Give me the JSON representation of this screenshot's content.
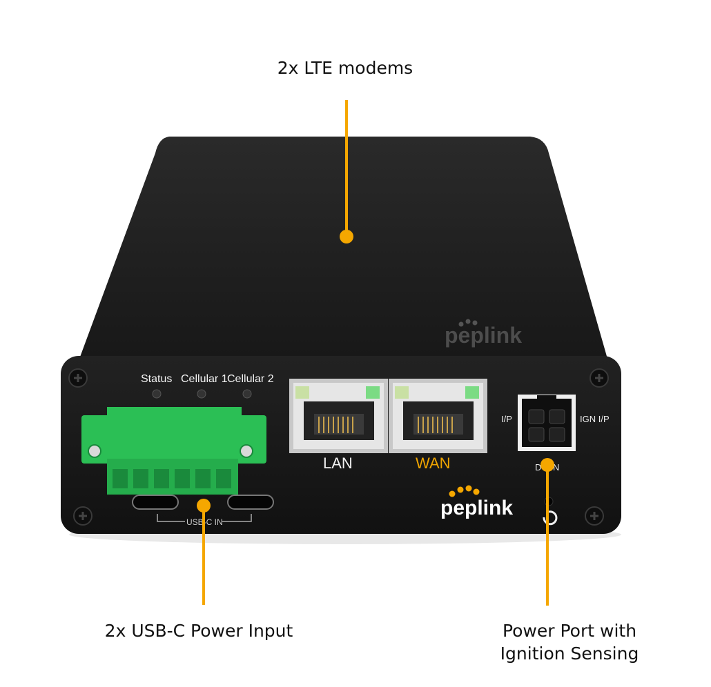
{
  "callouts": {
    "modems": "2x LTE modems",
    "usbc_power": "2x USB-C Power Input",
    "power_port_line1": "Power Port with",
    "power_port_line2": "Ignition Sensing"
  },
  "device": {
    "brand": "peplink",
    "led_labels": [
      "Status",
      "Cellular 1",
      "Cellular 2"
    ],
    "port_lan": "LAN",
    "port_wan": "WAN",
    "usb_label": "USB-C IN",
    "ign_left": "I/P",
    "ign_right": "IGN I/P",
    "ign_bottom": "DC IN"
  },
  "colors": {
    "accent": "#f5a700",
    "wan_label": "#f0a500",
    "terminal_green": "#2bbf55",
    "chassis": "#1b1b1b"
  }
}
